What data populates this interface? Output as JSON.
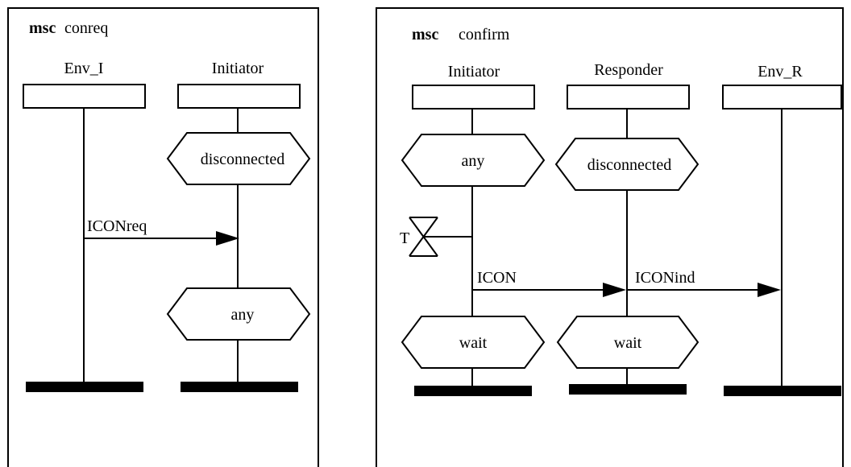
{
  "diagrams": [
    {
      "keyword": "msc",
      "name": "conreq",
      "instances": [
        "Env_I",
        "Initiator"
      ],
      "conditions": {
        "initiator_top": "disconnected",
        "initiator_bottom": "any"
      },
      "messages": [
        {
          "label": "ICONreq",
          "from": "Env_I",
          "to": "Initiator"
        }
      ]
    },
    {
      "keyword": "msc",
      "name": "confirm",
      "instances": [
        "Initiator",
        "Responder",
        "Env_R"
      ],
      "conditions": {
        "initiator_top": "any",
        "responder_top": "disconnected",
        "initiator_bottom": "wait",
        "responder_bottom": "wait"
      },
      "timer": {
        "label": "T"
      },
      "messages": [
        {
          "label": "ICON",
          "from": "Initiator",
          "to": "Responder"
        },
        {
          "label": "ICONind",
          "from": "Responder",
          "to": "Env_R"
        }
      ]
    }
  ]
}
